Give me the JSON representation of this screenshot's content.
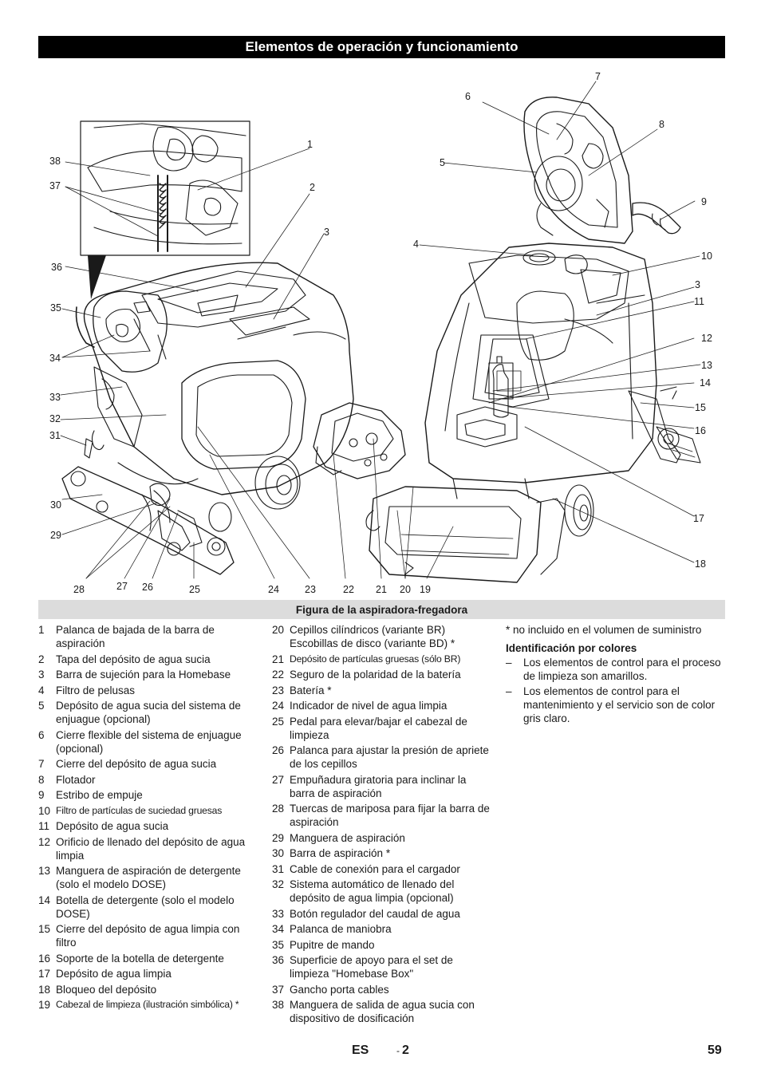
{
  "header": {
    "title": "Elementos de operación y funcionamiento"
  },
  "figure": {
    "caption": "Figura de la aspiradora-fregadora",
    "callouts": [
      "1",
      "2",
      "3",
      "4",
      "5",
      "6",
      "7",
      "8",
      "9",
      "10",
      "3",
      "11",
      "12",
      "13",
      "14",
      "15",
      "16",
      "17",
      "18",
      "19",
      "20",
      "21",
      "22",
      "23",
      "24",
      "25",
      "26",
      "27",
      "28",
      "29",
      "30",
      "31",
      "32",
      "33",
      "34",
      "35",
      "36",
      "37",
      "38"
    ]
  },
  "legend": {
    "column1": [
      {
        "num": "1",
        "text": "Palanca de bajada de la barra de aspiración"
      },
      {
        "num": "2",
        "text": "Tapa del depósito de agua sucia"
      },
      {
        "num": "3",
        "text": "Barra de sujeción para la Homebase"
      },
      {
        "num": "4",
        "text": "Filtro de pelusas"
      },
      {
        "num": "5",
        "text": "Depósito de agua sucia del sistema de enjuague (opcional)"
      },
      {
        "num": "6",
        "text": "Cierre flexible del sistema de enjuague (opcional)"
      },
      {
        "num": "7",
        "text": "Cierre del depósito de agua sucia"
      },
      {
        "num": "8",
        "text": "Flotador"
      },
      {
        "num": "9",
        "text": "Estribo de empuje"
      },
      {
        "num": "10",
        "text": "Filtro de partículas de suciedad gruesas"
      },
      {
        "num": "11",
        "text": "Depósito de agua sucia"
      },
      {
        "num": "12",
        "text": "Orificio de llenado del depósito de agua limpia"
      },
      {
        "num": "13",
        "text": "Manguera de aspiración de detergente (solo el modelo DOSE)"
      },
      {
        "num": "14",
        "text": "Botella de detergente (solo el modelo DOSE)"
      },
      {
        "num": "15",
        "text": "Cierre del depósito de agua limpia con filtro"
      },
      {
        "num": "16",
        "text": "Soporte de la botella de detergente"
      },
      {
        "num": "17",
        "text": "Depósito de agua limpia"
      },
      {
        "num": "18",
        "text": "Bloqueo del depósito"
      },
      {
        "num": "19",
        "text": "Cabezal de limpieza (ilustración simbólica) *"
      }
    ],
    "column2": [
      {
        "num": "20",
        "text": "Cepillos cilíndricos (variante BR) Escobillas de disco (variante BD) *"
      },
      {
        "num": "21",
        "text": "Depósito de partículas gruesas (sólo BR)"
      },
      {
        "num": "22",
        "text": "Seguro de la polaridad de la batería"
      },
      {
        "num": "23",
        "text": "Batería *"
      },
      {
        "num": "24",
        "text": "Indicador de nivel de agua limpia"
      },
      {
        "num": "25",
        "text": "Pedal para elevar/bajar el cabezal de limpieza"
      },
      {
        "num": "26",
        "text": "Palanca para ajustar la presión de apriete de los cepillos"
      },
      {
        "num": "27",
        "text": "Empuñadura giratoria para inclinar la barra de aspiración"
      },
      {
        "num": "28",
        "text": "Tuercas de mariposa para fijar la barra de aspiración"
      },
      {
        "num": "29",
        "text": "Manguera de aspiración"
      },
      {
        "num": "30",
        "text": "Barra de aspiración *"
      },
      {
        "num": "31",
        "text": "Cable de conexión para el cargador"
      },
      {
        "num": "32",
        "text": "Sistema automático de llenado del depósito de agua limpia (opcional)"
      },
      {
        "num": "33",
        "text": "Botón regulador del caudal de agua"
      },
      {
        "num": "34",
        "text": "Palanca de maniobra"
      },
      {
        "num": "35",
        "text": "Pupitre de mando"
      },
      {
        "num": "36",
        "text": "Superficie de apoyo para el set de limpieza \"Homebase Box\""
      },
      {
        "num": "37",
        "text": "Gancho porta cables"
      },
      {
        "num": "38",
        "text": "Manguera de salida de agua sucia con dispositivo de dosificación"
      }
    ],
    "note": "* no incluido en el volumen de suministro",
    "color_heading": "Identificación por colores",
    "color_dash": "–",
    "color_items": [
      "Los elementos de control para el proceso de limpieza son amarillos.",
      "Los elementos de control para el mantenimiento y el servicio son de color gris claro."
    ]
  },
  "footer": {
    "lang": "ES",
    "page_prefix": "-",
    "page": "2",
    "number": "59"
  }
}
